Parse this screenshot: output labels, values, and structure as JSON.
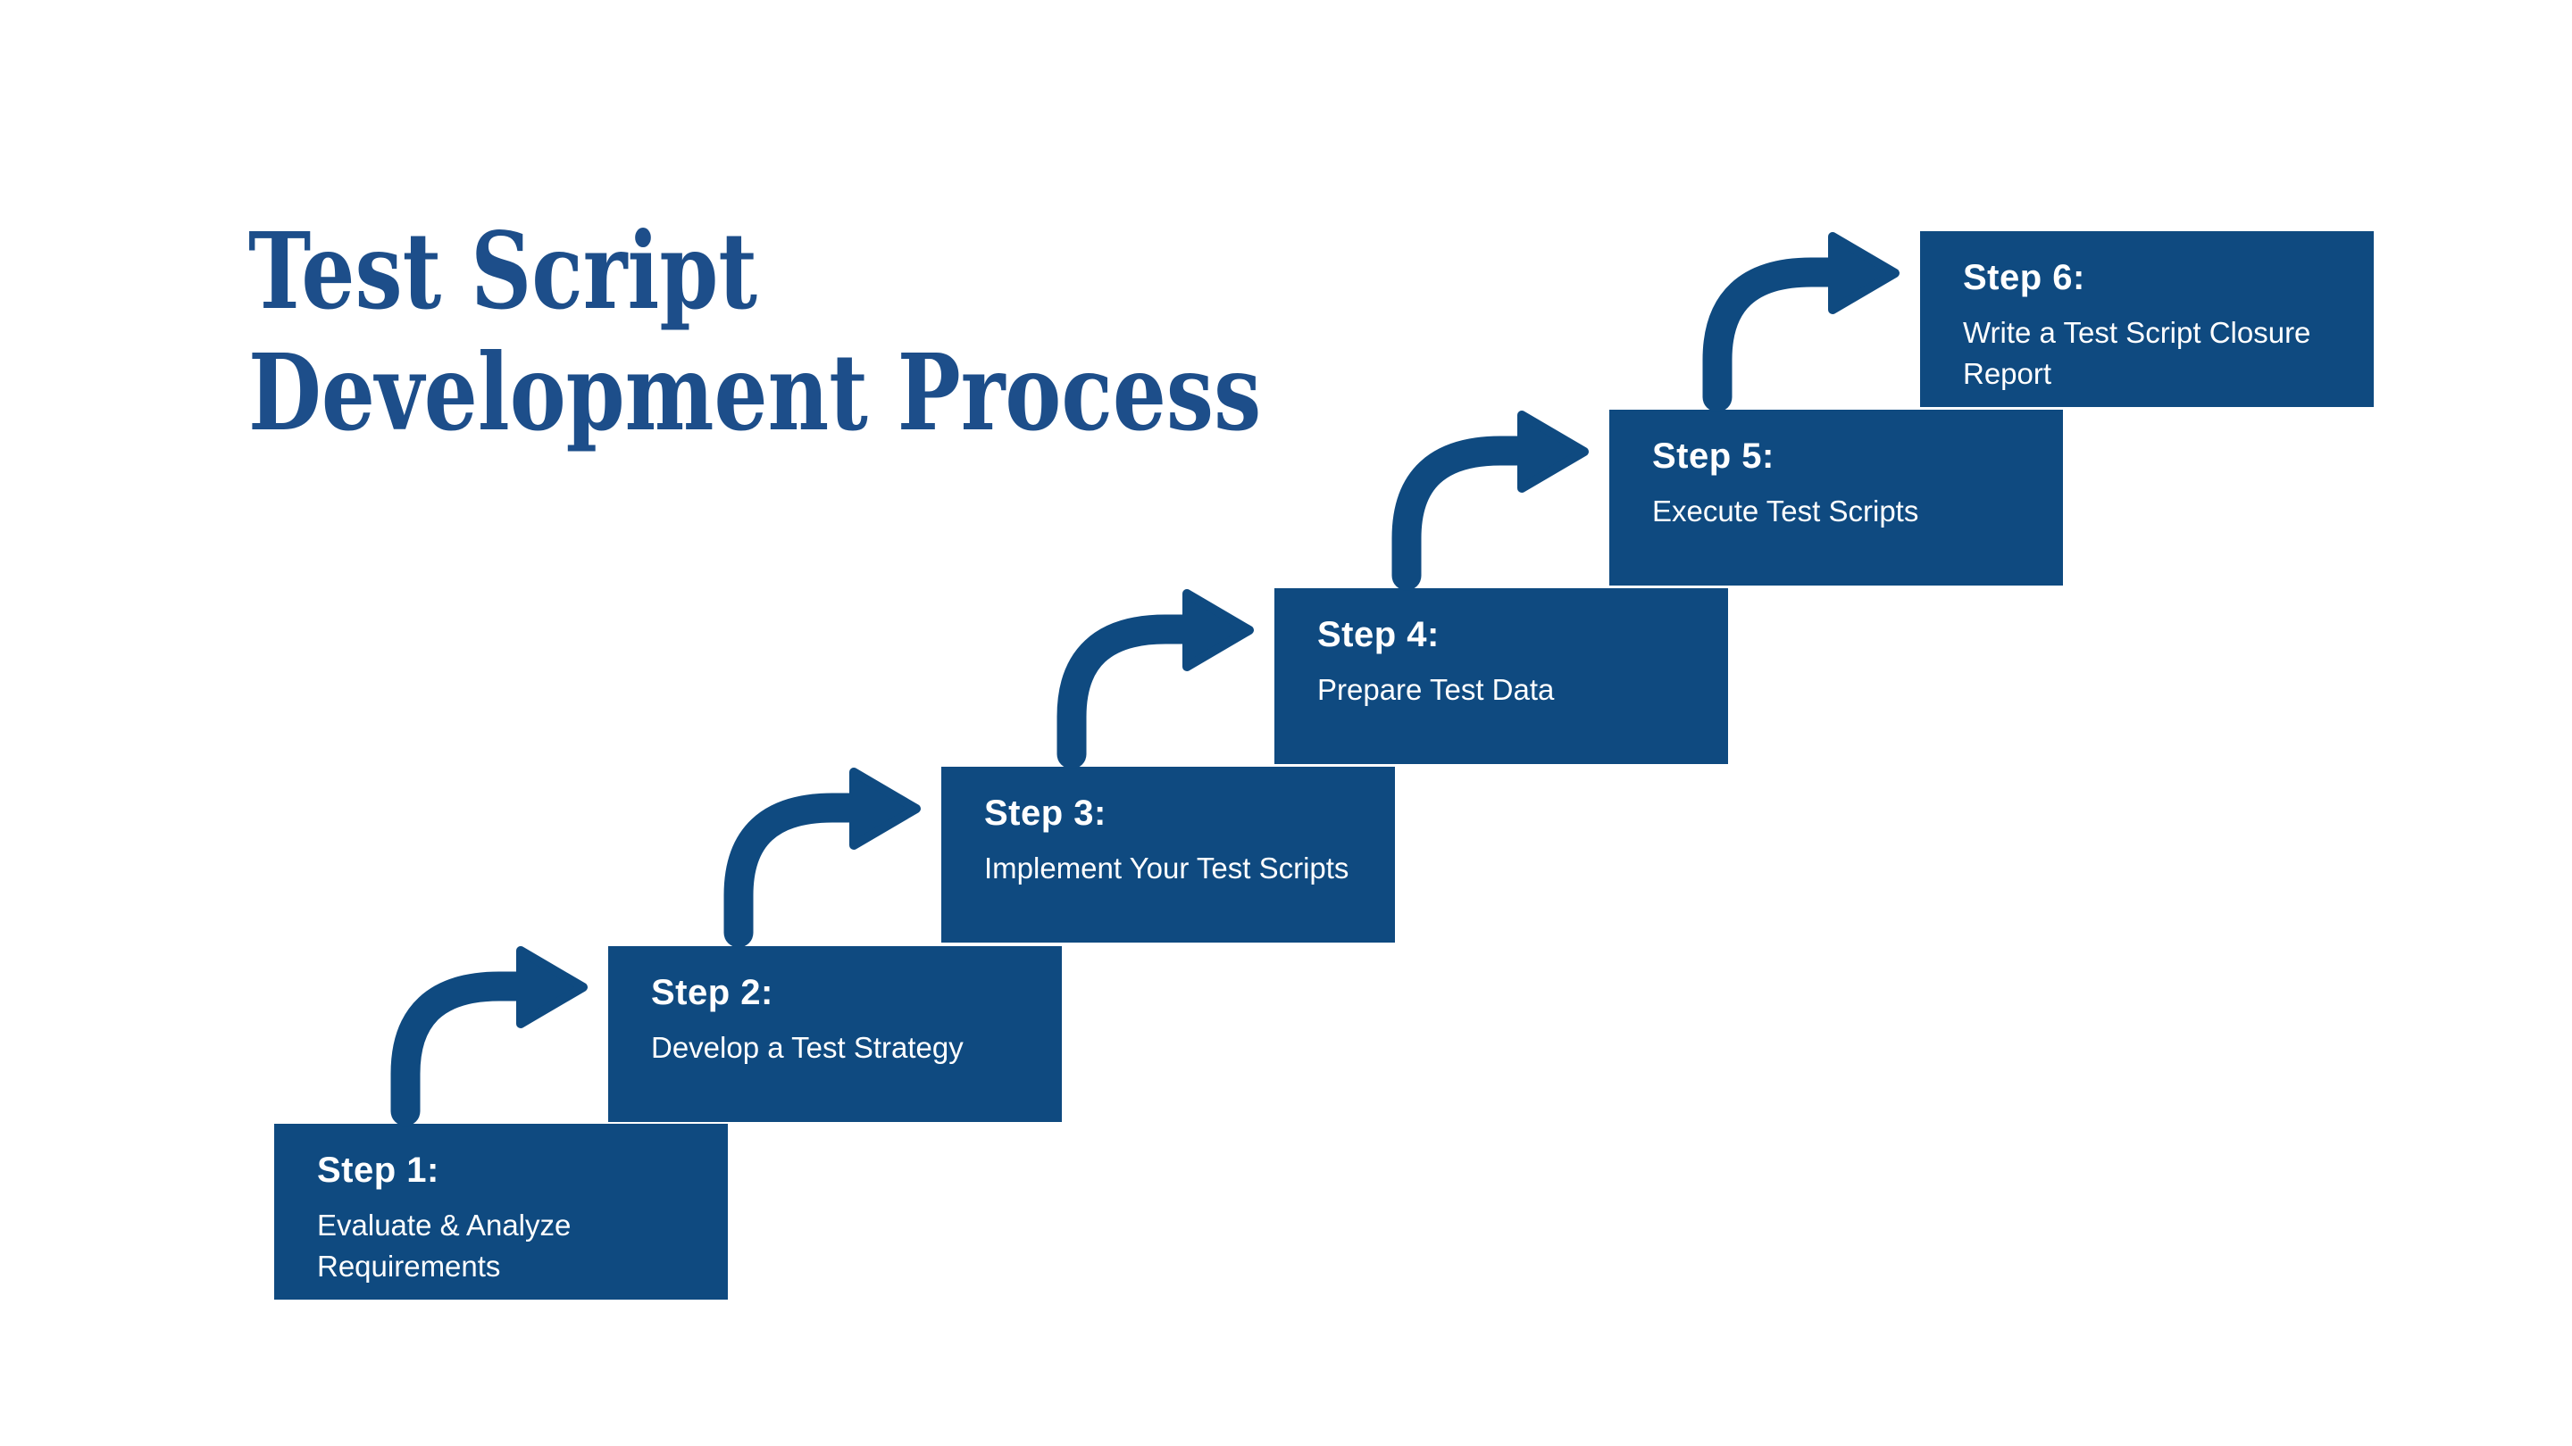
{
  "title": {
    "line1": "Test Script",
    "line2": "Development Process"
  },
  "steps": [
    {
      "label": "Step 1:",
      "description": "Evaluate & Analyze Requirements"
    },
    {
      "label": "Step 2:",
      "description": "Develop a Test Strategy"
    },
    {
      "label": "Step 3:",
      "description": "Implement Your Test Scripts"
    },
    {
      "label": "Step 4:",
      "description": "Prepare Test Data"
    },
    {
      "label": "Step 5:",
      "description": "Execute Test Scripts"
    },
    {
      "label": "Step 6:",
      "description": "Write a Test Script Closure Report"
    }
  ],
  "icons": {
    "arrow": "curved-up-right-arrow-icon"
  },
  "colors": {
    "primary": "#0F4A80",
    "title": "#1D4E8A",
    "text_on_primary": "#FFFFFF",
    "background": "#FFFFFF"
  }
}
